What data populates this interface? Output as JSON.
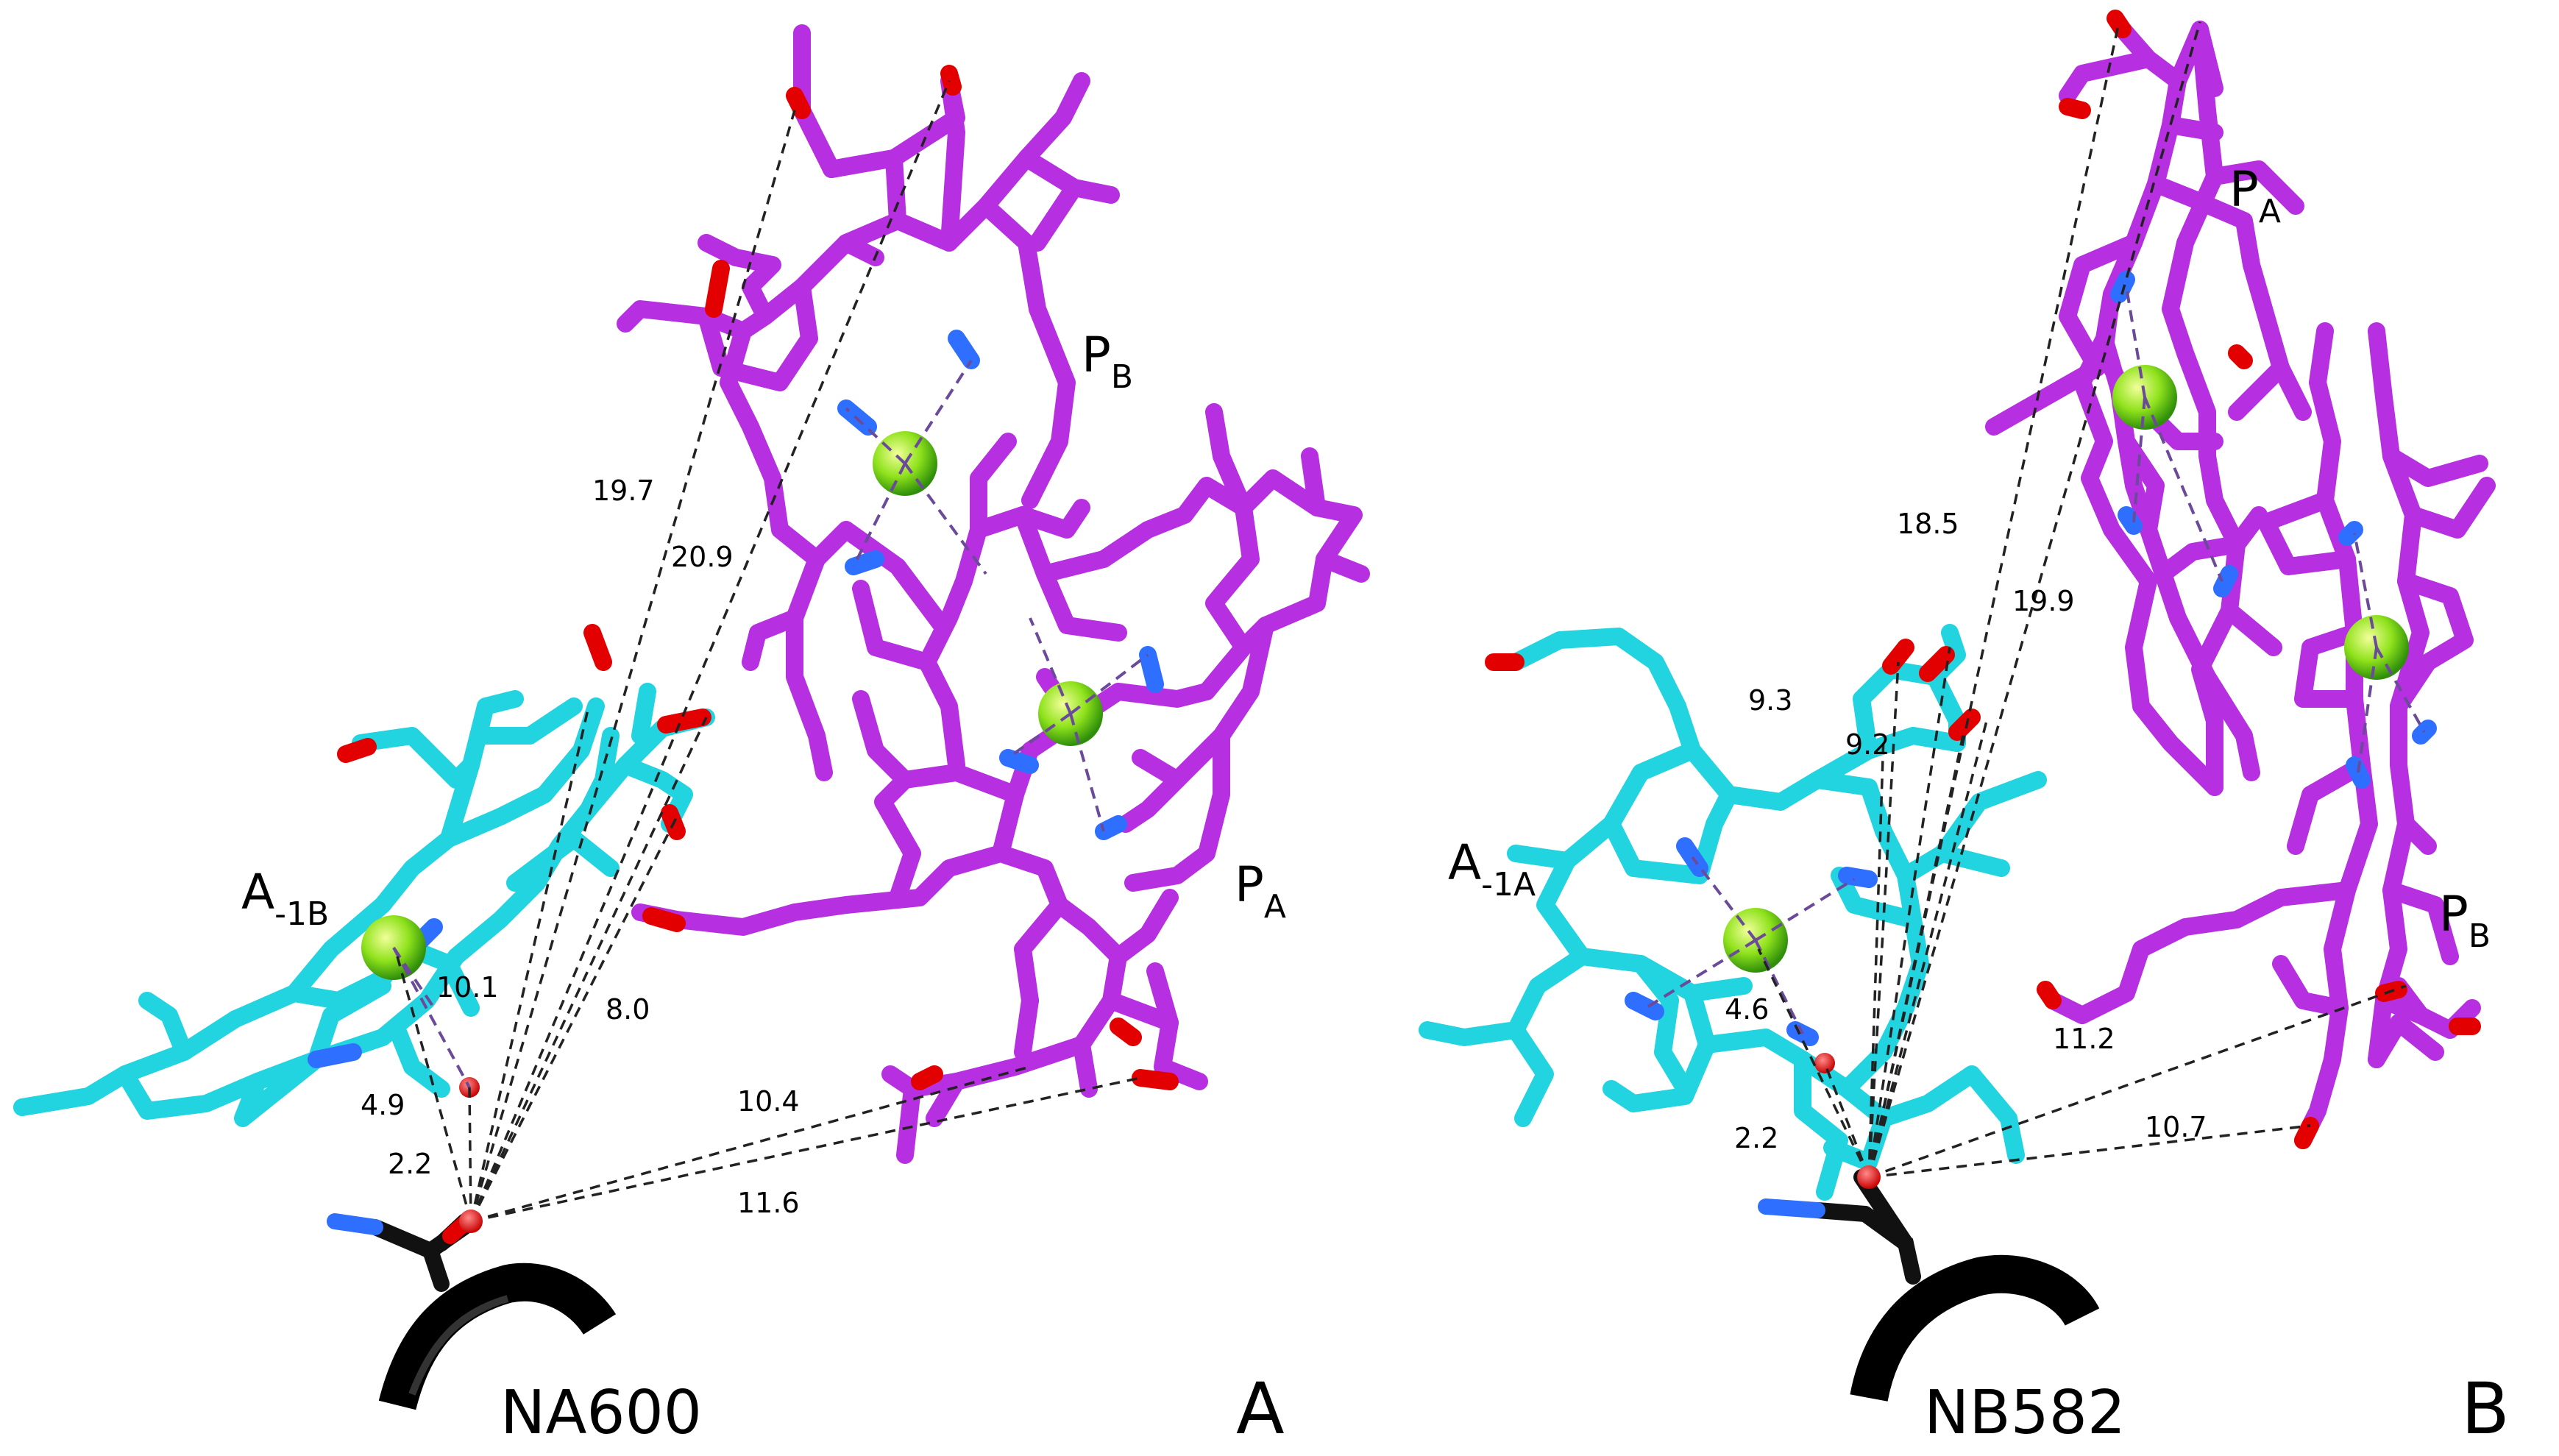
{
  "colors": {
    "accessory": "#22d3e0",
    "special_pair": "#b62fe0",
    "nitrogen": "#2f6fff",
    "oxygen": "#e30000",
    "magnesium": "#88e81a",
    "backbone": "#000000"
  },
  "panel_a": {
    "letter": "A",
    "residue": "NA600",
    "pb_main": "P",
    "pb_sub": "B",
    "pa_main": "P",
    "pa_sub": "A",
    "acc_main": "A",
    "acc_sub": "-1B",
    "distances": [
      "19.7",
      "20.9",
      "10.1",
      "8.0",
      "4.9",
      "2.2",
      "10.4",
      "11.6"
    ]
  },
  "panel_b": {
    "letter": "B",
    "residue": "NB582",
    "pa_main": "P",
    "pa_sub": "A",
    "pb_main": "P",
    "pb_sub": "B",
    "acc_main": "A",
    "acc_sub": "-1A",
    "distances": [
      "18.5",
      "19.9",
      "9.3",
      "9.2",
      "4.6",
      "2.2",
      "11.2",
      "10.7"
    ]
  }
}
